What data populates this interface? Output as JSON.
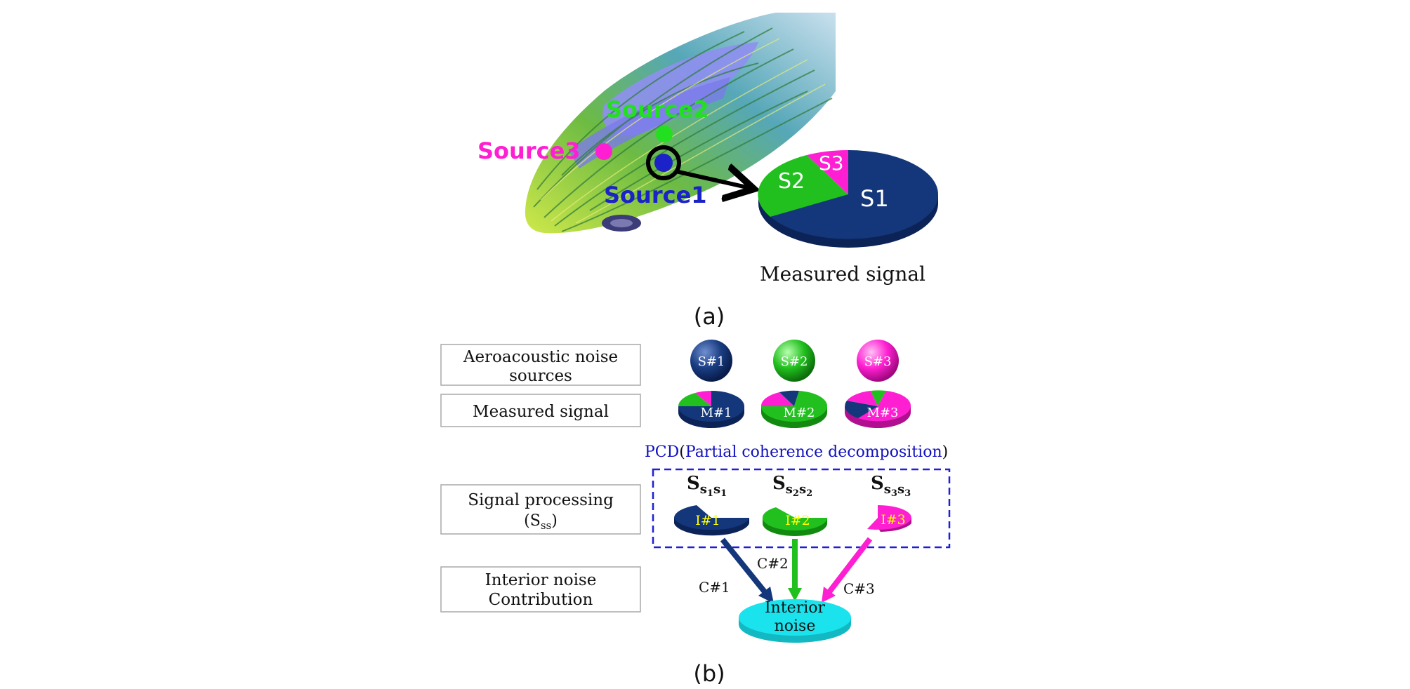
{
  "panel_a": {
    "source1": "Source1",
    "source2": "Source2",
    "source3": "Source3",
    "pie_labels": {
      "s1": "S1",
      "s2": "S2",
      "s3": "S3"
    },
    "measured_caption": "Measured signal",
    "panel_label": "(a)"
  },
  "panel_b": {
    "rows": {
      "sources": [
        "Aeroacoustic noise",
        "sources"
      ],
      "measured": "Measured signal",
      "processing": [
        "Signal processing",
        "(S",
        "ss",
        ")"
      ],
      "contribution": [
        "Interior noise",
        "Contribution"
      ]
    },
    "source_balls": [
      "S#1",
      "S#2",
      "S#3"
    ],
    "measured_pies": [
      "M#1",
      "M#2",
      "M#3"
    ],
    "pcd": {
      "acronym": "PCD",
      "open": "(",
      "full": "Partial coherence decomposition",
      "close": ")"
    },
    "ss_heads": [
      {
        "s": "S",
        "a": "s",
        "i": "1",
        "b": "s",
        "j": "1"
      },
      {
        "s": "S",
        "a": "s",
        "i": "2",
        "b": "s",
        "j": "2"
      },
      {
        "s": "S",
        "a": "s",
        "i": "3",
        "b": "s",
        "j": "3"
      }
    ],
    "components": [
      "I#1",
      "I#2",
      "I#3"
    ],
    "contributions": [
      "C#1",
      "C#2",
      "C#3"
    ],
    "interior_noise": [
      "Interior",
      "noise"
    ],
    "panel_label": "(b)"
  },
  "colors": {
    "navy": "#13377a",
    "green": "#22c01f",
    "magenta": "#ff1fd2",
    "cyan": "#1ae3ee",
    "dash_blue": "#1f1fd8",
    "text_blue": "#1010c0",
    "yellow_text": "#ffff00"
  }
}
